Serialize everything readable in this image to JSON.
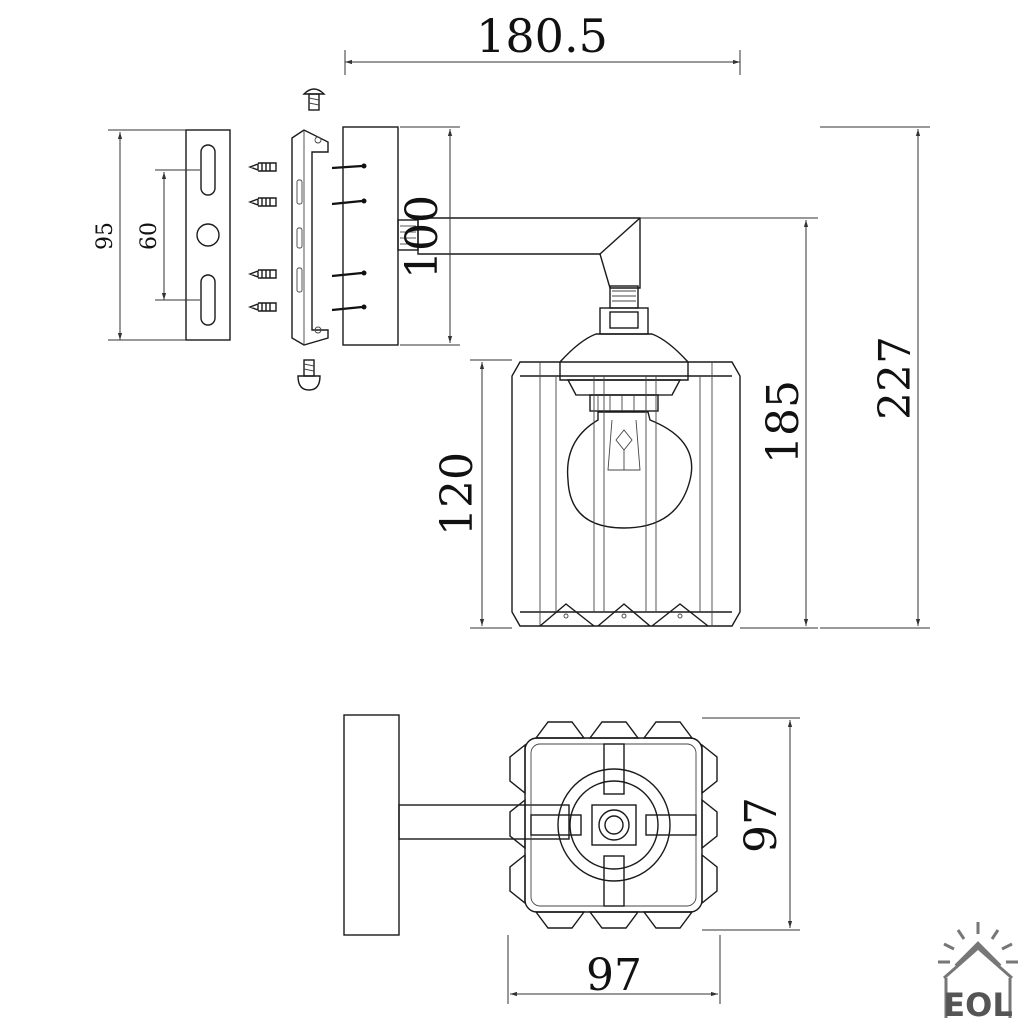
{
  "dimensions": {
    "total_width": "180.5",
    "plate_height": "95",
    "hole_spacing": "60",
    "arm_height": "100",
    "shade_height": "120",
    "lamp_height": "185",
    "total_height": "227",
    "shade_depth": "97",
    "shade_width": "97"
  },
  "logo": {
    "text": "EOL",
    "icon": "house-sun-logo-icon"
  }
}
